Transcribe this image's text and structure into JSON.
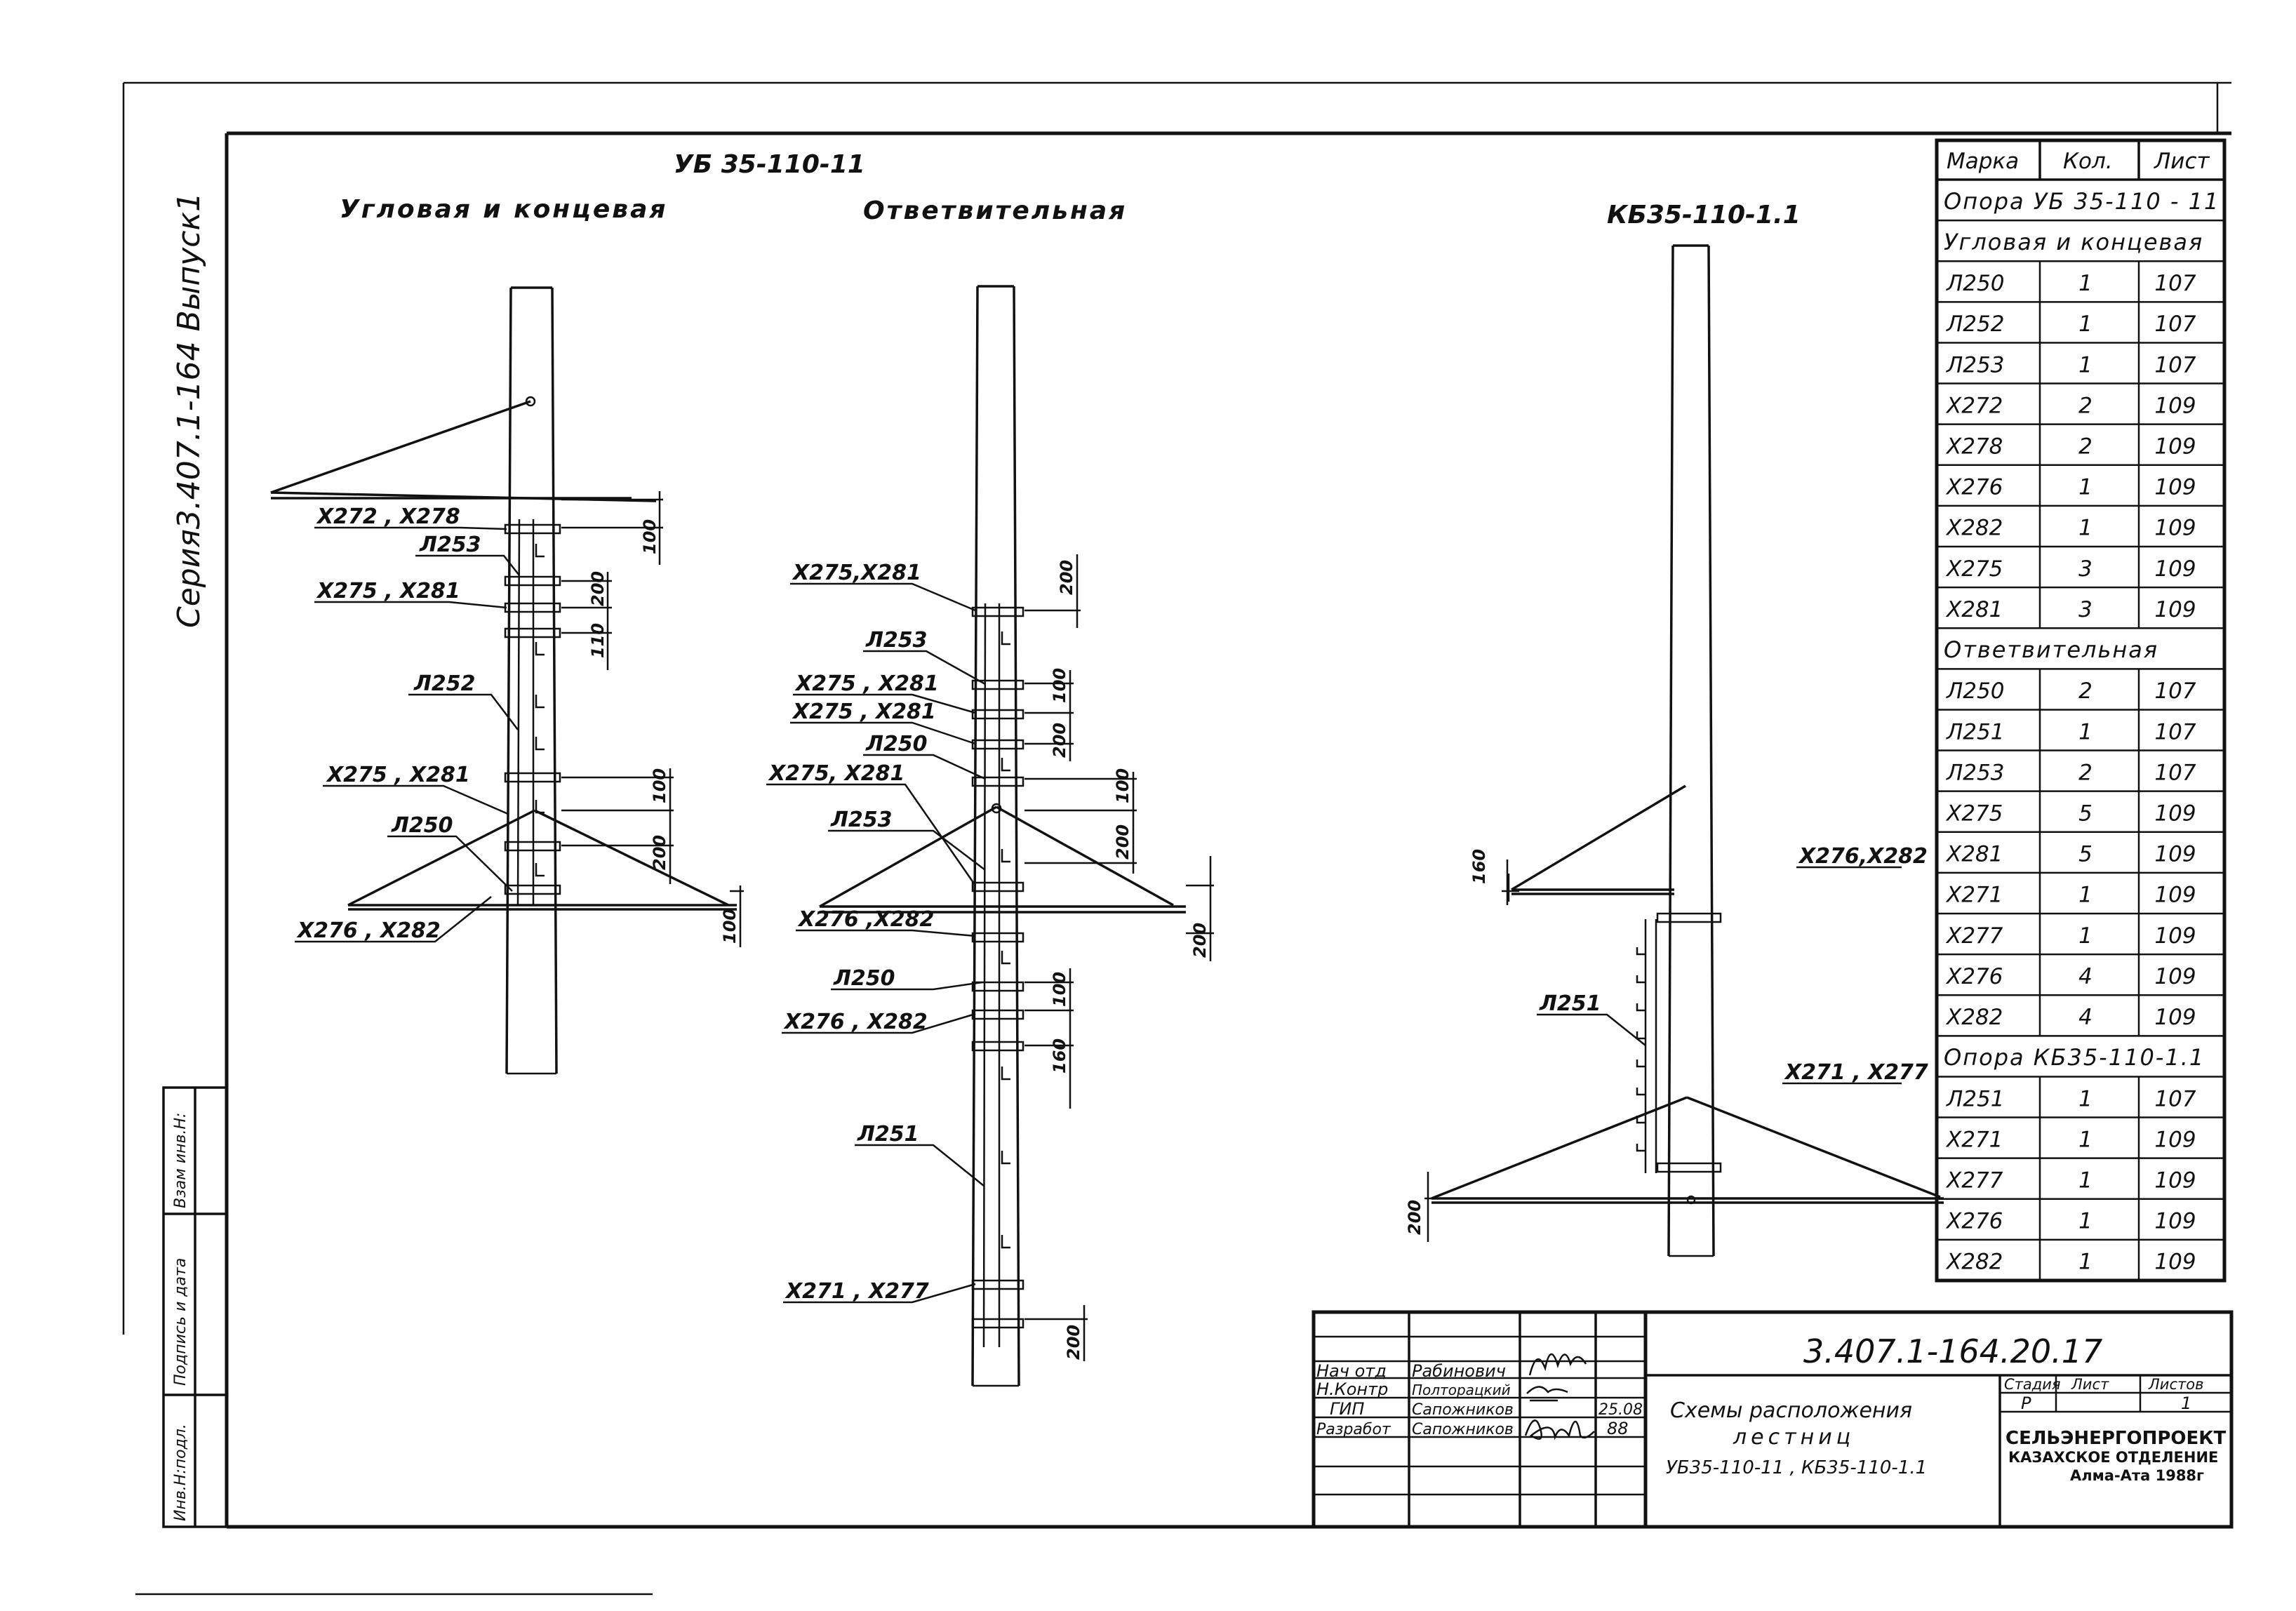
{
  "side": {
    "series": "Серия3.407.1-164 Выпуск1",
    "stamp": [
      "Инв.Н:подл.",
      "Подпись и дата",
      "Взам инв.Н:"
    ]
  },
  "header": {
    "ub_title": "УБ 35-110-11",
    "corner_title": "Угловая и концевая",
    "branch_title": "Ответвительная",
    "kb_title": "КБ35-110-1.1"
  },
  "corner_labels": [
    "Х272 , Х278",
    "Л253",
    "Х275 , Х281",
    "Л252",
    "Х275 , Х281",
    "Л250",
    "Х276 , Х282"
  ],
  "corner_dims": [
    "100",
    "200",
    "110",
    "100",
    "200",
    "100"
  ],
  "branch_labels": [
    "Х275,Х281",
    "Л253",
    "Х275 , Х281",
    "Х275 , Х281",
    "Л250",
    "Х275, Х281",
    "Л253",
    "Х276 ,Х282",
    "Л250",
    "Х276 , Х282",
    "Л251",
    "Х271 , Х277"
  ],
  "branch_dims": [
    "200",
    "100",
    "200",
    "100",
    "200",
    "200",
    "100",
    "160",
    "200"
  ],
  "kb_labels": [
    "Х276,Х282",
    "Л251",
    "Х271 , Х277"
  ],
  "kb_dims": [
    "160",
    "200"
  ],
  "spec": {
    "headers": [
      "Марка",
      "Кол.",
      "Лист"
    ],
    "rows": [
      {
        "section": "Опора УБ 35-110 - 11"
      },
      {
        "section": "Угловая и концевая"
      },
      {
        "cells": [
          "Л250",
          "1",
          "107"
        ]
      },
      {
        "cells": [
          "Л252",
          "1",
          "107"
        ]
      },
      {
        "cells": [
          "Л253",
          "1",
          "107"
        ]
      },
      {
        "cells": [
          "Х272",
          "2",
          "109"
        ]
      },
      {
        "cells": [
          "Х278",
          "2",
          "109"
        ]
      },
      {
        "cells": [
          "Х276",
          "1",
          "109"
        ]
      },
      {
        "cells": [
          "Х282",
          "1",
          "109"
        ]
      },
      {
        "cells": [
          "Х275",
          "3",
          "109"
        ]
      },
      {
        "cells": [
          "Х281",
          "3",
          "109"
        ]
      },
      {
        "section": "Ответвительная"
      },
      {
        "cells": [
          "Л250",
          "2",
          "107"
        ]
      },
      {
        "cells": [
          "Л251",
          "1",
          "107"
        ]
      },
      {
        "cells": [
          "Л253",
          "2",
          "107"
        ]
      },
      {
        "cells": [
          "Х275",
          "5",
          "109"
        ]
      },
      {
        "cells": [
          "Х281",
          "5",
          "109"
        ]
      },
      {
        "cells": [
          "Х271",
          "1",
          "109"
        ]
      },
      {
        "cells": [
          "Х277",
          "1",
          "109"
        ]
      },
      {
        "cells": [
          "Х276",
          "4",
          "109"
        ]
      },
      {
        "cells": [
          "Х282",
          "4",
          "109"
        ]
      },
      {
        "section": "Опора КБ35-110-1.1"
      },
      {
        "cells": [
          "Л251",
          "1",
          "107"
        ]
      },
      {
        "cells": [
          "Х271",
          "1",
          "109"
        ]
      },
      {
        "cells": [
          "Х277",
          "1",
          "109"
        ]
      },
      {
        "cells": [
          "Х276",
          "1",
          "109"
        ]
      },
      {
        "cells": [
          "Х282",
          "1",
          "109"
        ]
      }
    ]
  },
  "title_block": {
    "doc_number": "3.407.1-164.20.17",
    "staff": [
      {
        "role": "Нач отд",
        "name": "Рабинович"
      },
      {
        "role": "Н.Контр",
        "name": "Полторацкий"
      },
      {
        "role": "ГИП",
        "name": "Сапожников"
      },
      {
        "role": "Разработ",
        "name": "Сапожников"
      }
    ],
    "date": [
      "25.08",
      "88"
    ],
    "description": [
      "Схемы расположения",
      "лестниц",
      "УБ35-110-11 , КБ35-110-1.1"
    ],
    "stage_headers": [
      "Стадия",
      "Лист",
      "Листов"
    ],
    "stage_values": [
      "Р",
      "",
      "1"
    ],
    "org": [
      "СЕЛЬЭНЕРГОПРОЕКТ",
      "КАЗАХСКОЕ ОТДЕЛЕНИЕ",
      "Алма-Ата 1988г"
    ]
  }
}
